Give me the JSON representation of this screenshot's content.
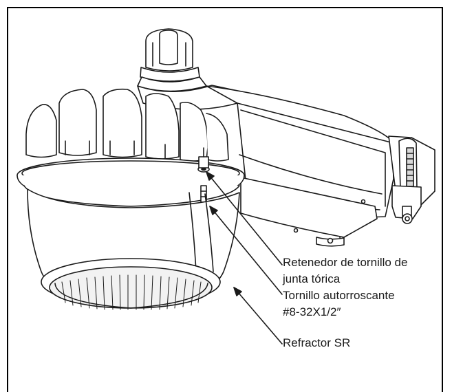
{
  "callouts": {
    "retainer_line1": "Retenedor de tornillo de",
    "retainer_line2": "junta tórica",
    "screw_line1": "Tornillo autorroscante",
    "screw_line2": "#8-32X1/2″",
    "refractor": "Refractor SR"
  },
  "colors": {
    "ink": "#1a1a1a",
    "fill": "#ffffff",
    "shade": "#d9d9d9"
  }
}
